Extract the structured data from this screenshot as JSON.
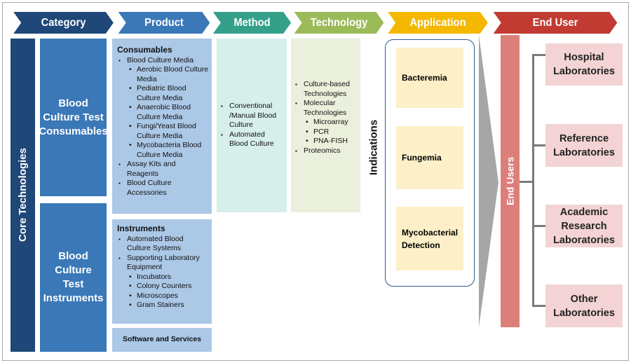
{
  "header": [
    {
      "label": "Category",
      "color": "#1f4777"
    },
    {
      "label": "Product",
      "color": "#3a78b8"
    },
    {
      "label": "Method",
      "color": "#35a08a"
    },
    {
      "label": "Technology",
      "color": "#9bbb59"
    },
    {
      "label": "Application",
      "color": "#f5b800"
    },
    {
      "label": "End User",
      "color": "#c23b33"
    }
  ],
  "core": "Core Technologies",
  "categories": [
    "Blood Culture Test Consumables",
    "Blood Culture Test Instruments"
  ],
  "product": {
    "consumables": {
      "title": "Consumables",
      "items": [
        {
          "level": 1,
          "text": "Blood Culture Media"
        },
        {
          "level": 2,
          "text": "Aerobic Blood Culture Media"
        },
        {
          "level": 2,
          "text": "Pediatric Blood Culture Media"
        },
        {
          "level": 2,
          "text": "Anaerobic Blood Culture Media"
        },
        {
          "level": 2,
          "text": "Fungi/Yeast Blood Culture Media"
        },
        {
          "level": 2,
          "text": "Mycobacteria Blood Culture Media"
        },
        {
          "level": 1,
          "text": "Assay Kits and Reagents"
        },
        {
          "level": 1,
          "text": "Blood Culture Accessories"
        }
      ]
    },
    "instruments": {
      "title": "Instruments",
      "items": [
        {
          "level": 1,
          "text": "Automated Blood Culture Systems"
        },
        {
          "level": 1,
          "text": "Supporting Laboratory Equipment"
        },
        {
          "level": 2,
          "text": "Incubators"
        },
        {
          "level": 2,
          "text": "Colony Counters"
        },
        {
          "level": 2,
          "text": "Microscopes"
        },
        {
          "level": 2,
          "text": "Gram Stainers"
        }
      ]
    },
    "software": "Software and Services"
  },
  "method": [
    "Conventional /Manual Blood Culture",
    "Automated Blood Culture"
  ],
  "technology": [
    {
      "level": 1,
      "text": "Culture-based Technologies"
    },
    {
      "level": 1,
      "text": "Molecular Technologies"
    },
    {
      "level": 2,
      "text": "Microarray"
    },
    {
      "level": 2,
      "text": "PCR"
    },
    {
      "level": 2,
      "text": "PNA-FISH"
    },
    {
      "level": 1,
      "text": "Proteomics"
    }
  ],
  "indications": "Indications",
  "applications": [
    "Bacteremia",
    "Fungemia",
    "Mycobacterial Detection"
  ],
  "end_users_label": "End Users",
  "end_users": [
    "Hospital Laboratories",
    "Reference Laboratories",
    "Academic Research Laboratories",
    "Other Laboratories"
  ]
}
